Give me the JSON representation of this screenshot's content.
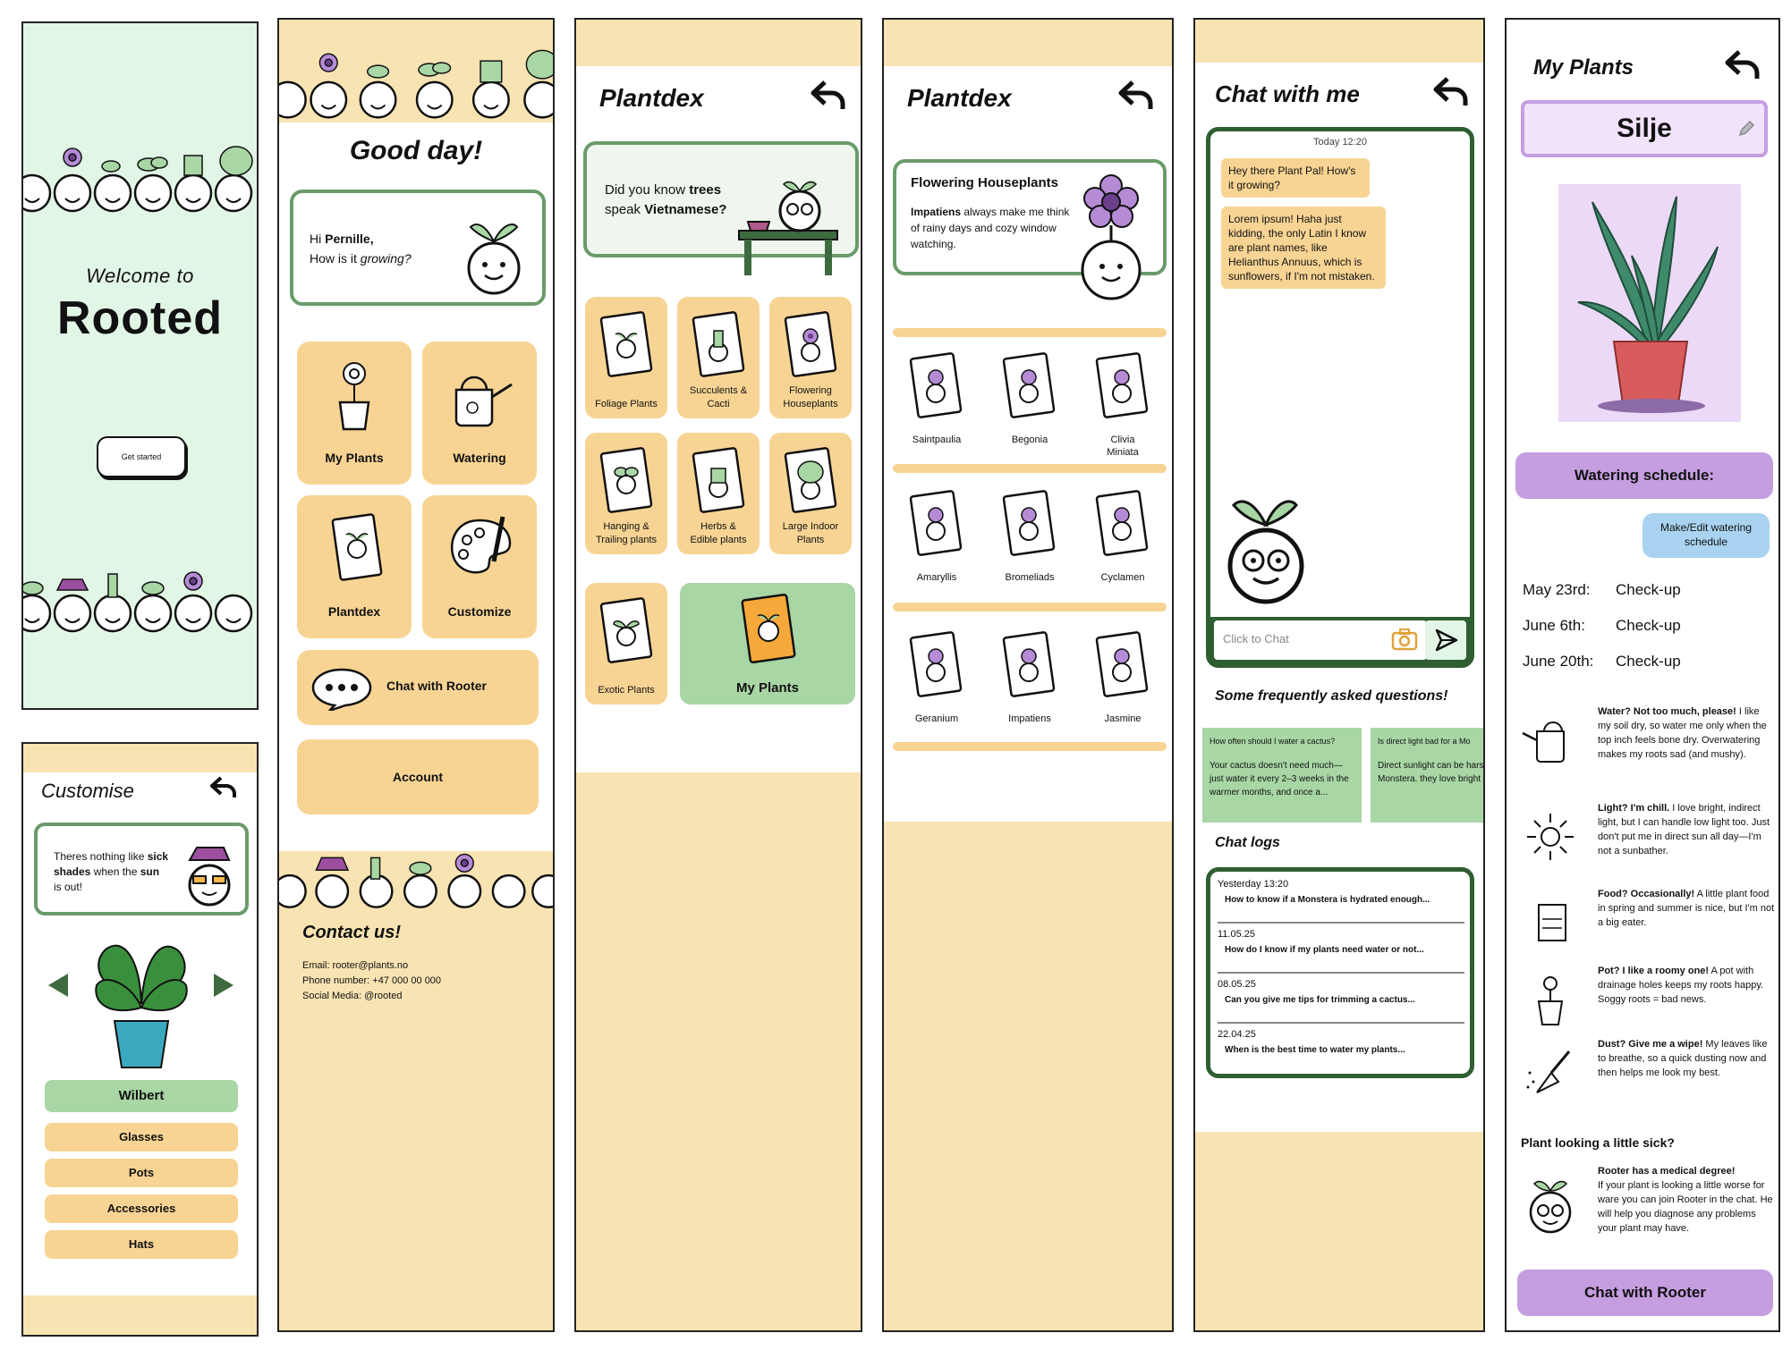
{
  "colors": {
    "mint": "#e2f6e6",
    "cream": "#f8e3b2",
    "peach": "#f8d494",
    "leaf_green": "#a8d6a4",
    "dark_green": "#2f5e32",
    "lavender": "#c59ee0",
    "sky": "#a9d3f0"
  },
  "welcome": {
    "line1": "Welcome to",
    "brand": "Rooted",
    "button": "Get started"
  },
  "customise": {
    "title": "Customise",
    "tip_a": "Theres nothing like ",
    "tip_b": "sick shades",
    "tip_c": " when the ",
    "tip_d": "sun",
    "tip_e": " is out!",
    "plant_name": "Wilbert",
    "options": [
      "Glasses",
      "Pots",
      "Accessories",
      "Hats"
    ]
  },
  "home": {
    "greeting": "Good day!",
    "hi_prefix": "Hi ",
    "hi_name": "Pernille,",
    "hi_question_a": "How is it ",
    "hi_question_b": "growing?",
    "tiles": [
      "My Plants",
      "Watering",
      "Plantdex",
      "Customize"
    ],
    "chat_button": "Chat with Rooter",
    "account_button": "Account",
    "contact_title": "Contact us!",
    "contact_email": "Email: rooter@plants.no",
    "contact_phone": "Phone number: +47 000 00 000",
    "contact_social": "Social Media: @rooted"
  },
  "plantdex": {
    "title": "Plantdex",
    "tip_a": "Did you know ",
    "tip_b": "trees",
    "tip_c": "speak ",
    "tip_d": "Vietnamese?",
    "categories": [
      [
        "Foliage Plants"
      ],
      [
        "Succulents &",
        "Cacti"
      ],
      [
        "Flowering",
        "Houseplants"
      ],
      [
        "Hanging &",
        "Trailing plants"
      ],
      [
        "Herbs &",
        "Edible plants"
      ],
      [
        "Large Indoor",
        "Plants"
      ],
      [
        "Exotic Plants"
      ]
    ],
    "my_plants": "My Plants"
  },
  "plantlist": {
    "title": "Plantdex",
    "feature_title": "Flowering Houseplants",
    "feature_bold": "Impatiens",
    "feature_text": " always make me think of rainy days and cozy window watching.",
    "items": [
      [
        "Saintpaulia"
      ],
      [
        "Begonia"
      ],
      [
        "Clivia",
        "Miniata"
      ],
      [
        "Amaryllis"
      ],
      [
        "Bromeliads"
      ],
      [
        "Cyclamen"
      ],
      [
        "Geranium"
      ],
      [
        "Impatiens"
      ],
      [
        "Jasmine"
      ]
    ]
  },
  "chat": {
    "title": "Chat with me",
    "timestamp": "Today 12:20",
    "bubble1": "Hey there Plant Pal! How's it growing?",
    "bubble2": "Lorem ipsum! Haha just kidding, the only Latin I know are plant names, like Helianthus Annuus, which is sunflowers, if I'm not mistaken.",
    "input_placeholder": "Click to Chat",
    "faq_title": "Some frequently asked questions!",
    "faqs": [
      {
        "q": "How often should I water a cactus?",
        "a": "Your cactus doesn't need much—just water it every 2–3 weeks in the warmer months, and once a..."
      },
      {
        "q": "Is direct light bad for a Mo",
        "a": "Direct sunlight can be harsh for a Monstera. they love bright light, d"
      }
    ],
    "logs_title": "Chat logs",
    "logs": [
      {
        "date": "Yesterday 13:20",
        "q": "How to know if a Monstera is hydrated enough..."
      },
      {
        "date": "11.05.25",
        "q": "How do I know if my plants need water or not..."
      },
      {
        "date": "08.05.25",
        "q": "Can you give me tips for trimming a cactus..."
      },
      {
        "date": "22.04.25",
        "q": "When is the best time to water my plants..."
      }
    ]
  },
  "myplant": {
    "title": "My Plants",
    "name": "Silje",
    "schedule_button": "Watering schedule:",
    "edit_button": "Make/Edit watering schedule",
    "schedule": [
      {
        "date": "May 23rd:",
        "task": "Check-up"
      },
      {
        "date": "June 6th:",
        "task": "Check-up"
      },
      {
        "date": "June 20th:",
        "task": "Check-up"
      }
    ],
    "tips": [
      {
        "icon": "watering-can-icon",
        "bold": "Water? Not too much, please!",
        "text": " I like my soil dry, so water me only when the top inch feels bone dry. Overwatering makes my roots sad (and mushy)."
      },
      {
        "icon": "sun-icon",
        "bold": "Light? I'm chill.",
        "text": " I love bright, indirect light, but I can handle low light too. Just don't put me in direct sun all day—I'm not a sunbather."
      },
      {
        "icon": "fertilizer-icon",
        "bold": "Food? Occasionally!",
        "text": " A little plant food in spring and summer is nice, but I'm not a big eater."
      },
      {
        "icon": "pot-icon",
        "bold": "Pot? I like a roomy one!",
        "text": " A pot with drainage holes keeps my roots happy. Soggy roots = bad news."
      },
      {
        "icon": "duster-icon",
        "bold": "Dust? Give me a wipe!",
        "text": " My leaves like to breathe, so a quick dusting now and then helps me look my best."
      }
    ],
    "sick_title": "Plant looking a little sick?",
    "sick_bold": "Rooter has a medical degree!",
    "sick_text": "If your plant is looking a little worse for ware you can join Rooter in the chat. He will help you diagnose any problems your plant may have.",
    "chat_button": "Chat with Rooter"
  }
}
